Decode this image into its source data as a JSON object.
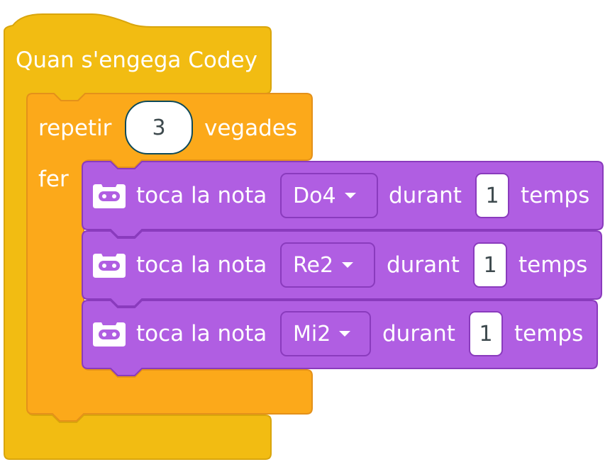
{
  "colors": {
    "hat_fill": "#F2BC12",
    "hat_stroke": "#D9A50C",
    "control_fill": "#FCA91A",
    "control_stroke": "#E4911A",
    "sound_fill": "#B05EE2",
    "sound_stroke": "#8A3BBD"
  },
  "hat": {
    "label": "Quan s'engega Codey"
  },
  "repeat": {
    "label": "repetir",
    "count": "3",
    "unit": "vegades",
    "do_label": "fer"
  },
  "notes": [
    {
      "icon": "codey-robot-icon",
      "label": "toca la nota",
      "note": "Do4",
      "during": "durant",
      "beats": "1",
      "unit": "temps"
    },
    {
      "icon": "codey-robot-icon",
      "label": "toca la nota",
      "note": "Re2",
      "during": "durant",
      "beats": "1",
      "unit": "temps"
    },
    {
      "icon": "codey-robot-icon",
      "label": "toca la nota",
      "note": "Mi2",
      "during": "durant",
      "beats": "1",
      "unit": "temps"
    }
  ]
}
